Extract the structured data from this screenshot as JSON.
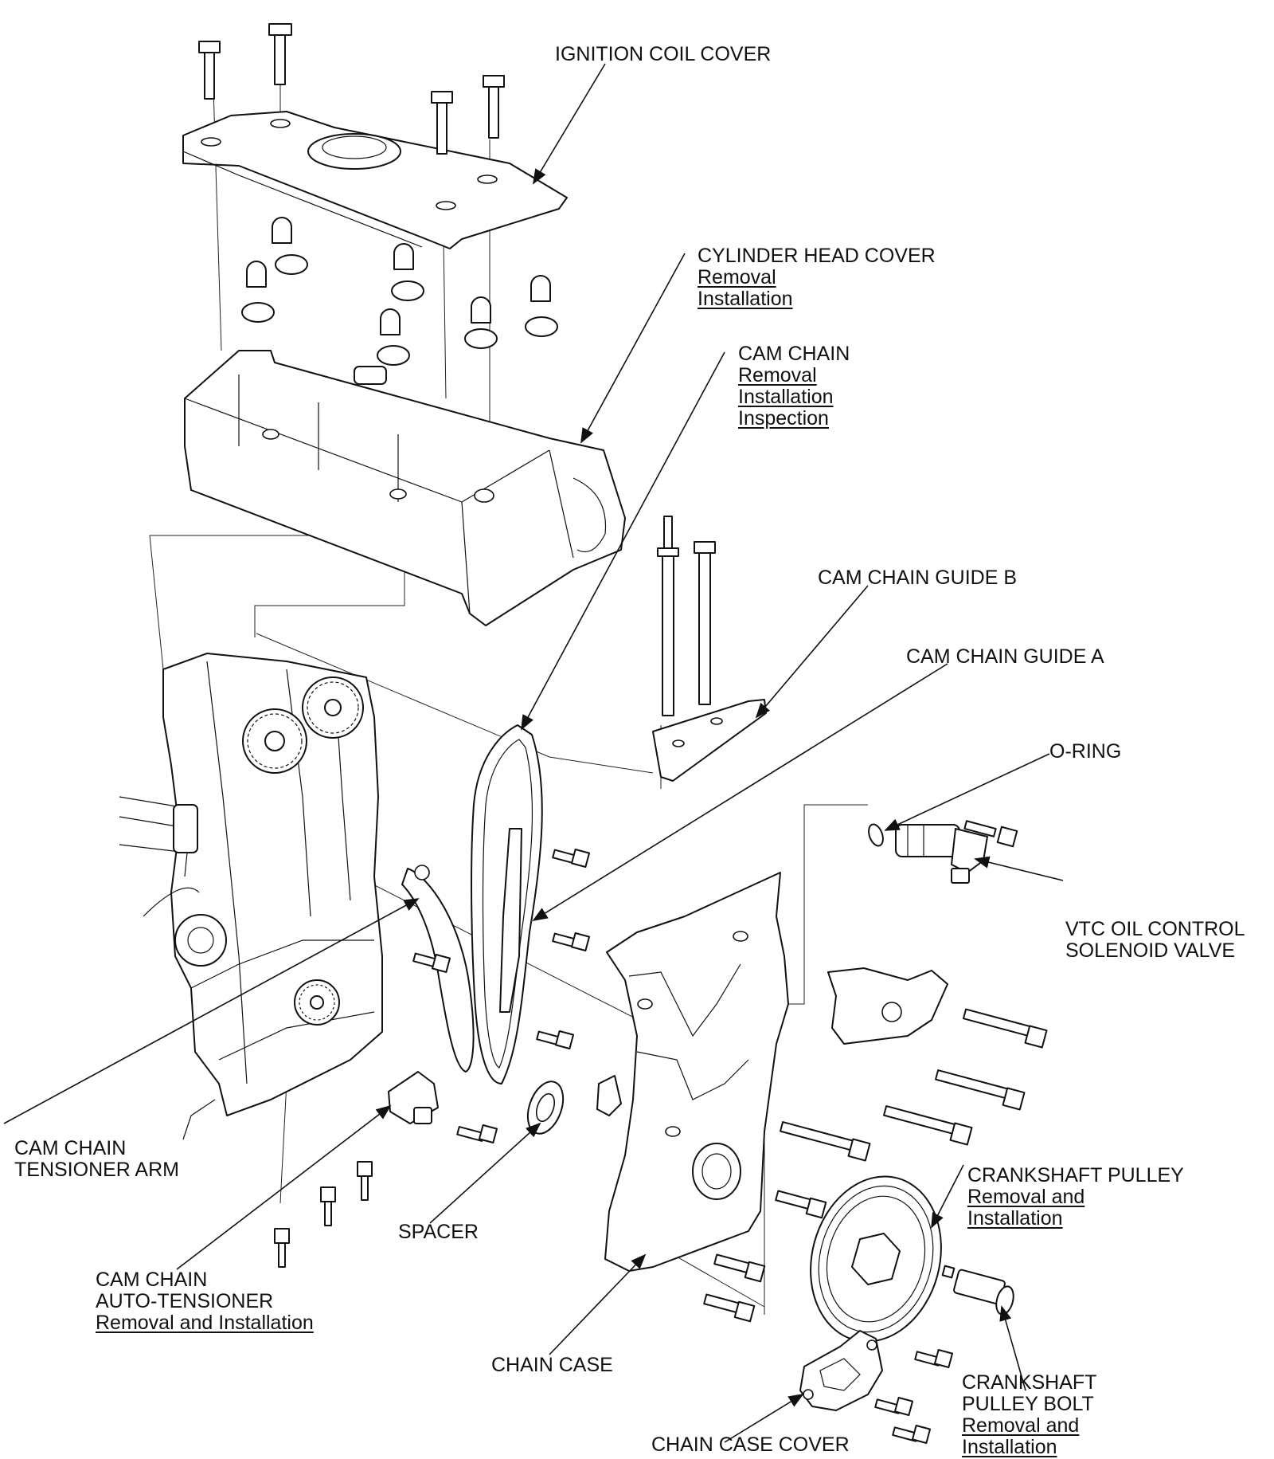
{
  "labels": {
    "ignition_coil_cover": "IGNITION COIL COVER",
    "cylinder_head_cover": {
      "title": "CYLINDER HEAD COVER",
      "links": [
        "Removal",
        "Installation"
      ]
    },
    "cam_chain": {
      "title": "CAM CHAIN",
      "links": [
        "Removal",
        "Installation",
        "Inspection"
      ]
    },
    "cam_chain_guide_b": "CAM CHAIN GUIDE B",
    "cam_chain_guide_a": "CAM CHAIN GUIDE A",
    "o_ring": "O-RING",
    "vtc_solenoid": {
      "line1": "VTC OIL CONTROL",
      "line2": "SOLENOID VALVE"
    },
    "cam_chain_tensioner_arm": {
      "line1": "CAM CHAIN",
      "line2": "TENSIONER ARM"
    },
    "spacer": "SPACER",
    "cam_chain_auto_tensioner": {
      "line1": "CAM CHAIN",
      "line2": "AUTO-TENSIONER",
      "link": "Removal and Installation"
    },
    "chain_case": "CHAIN CASE",
    "crankshaft_pulley": {
      "title": "CRANKSHAFT PULLEY",
      "links": [
        "Removal and",
        "Installation"
      ]
    },
    "crankshaft_pulley_bolt": {
      "line1": "CRANKSHAFT",
      "line2": "PULLEY BOLT",
      "links": [
        "Removal and",
        "Installation"
      ]
    },
    "chain_case_cover": "CHAIN CASE COVER"
  },
  "icons": [
    "bolt-icon",
    "nut-icon",
    "gear-icon",
    "engine-block-icon"
  ]
}
